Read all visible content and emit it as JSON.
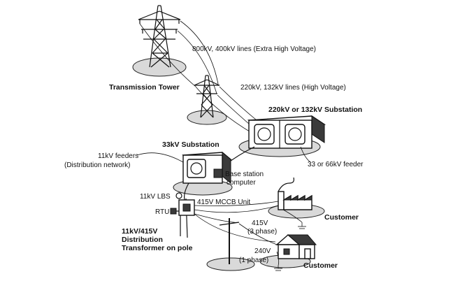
{
  "labels": {
    "ehv_lines": "800kV, 400kV lines (Extra High Voltage)",
    "transmission_tower": "Transmission Tower",
    "hv_lines": "220kV, 132kV lines (High Voltage)",
    "substation_220": "220kV or 132kV Substation",
    "substation_33": "33kV Substation",
    "feeders_line1": "11kV feeders",
    "feeders_line2": "(Distribution network)",
    "base_station_line1": "Base station",
    "base_station_line2": "computer",
    "feeder_33_66": "33 or 66kV feeder",
    "lbs": "11kV LBS",
    "mccb": "415V MCCB Unit",
    "rtu": "RTU",
    "customer_factory": "Customer",
    "v415_line1": "415V",
    "v415_line2": "(3 phase)",
    "transformer_line1": "11kV/415V",
    "transformer_line2": "Distribution",
    "transformer_line3": "Transformer on pole",
    "v240_line1": "240V",
    "v240_line2": "(1 phase)",
    "customer_house": "Customer"
  }
}
